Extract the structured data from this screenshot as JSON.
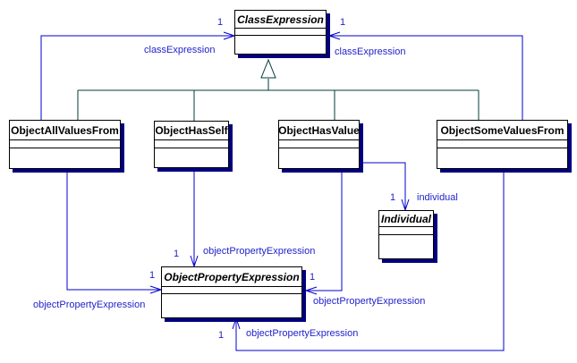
{
  "diagram_type": "uml-class-diagram",
  "colors": {
    "association_line": "#0000cc",
    "association_label": "#2222cc",
    "generalization_line": "#003b3b",
    "class_border": "#000000",
    "class_fill": "#ffffff",
    "class_shadow": "#000080",
    "background": "#ffffff"
  },
  "classes": {
    "class_expression": {
      "name": "ClassExpression",
      "abstract": true
    },
    "object_all_values_from": {
      "name": "ObjectAllValuesFrom",
      "abstract": false
    },
    "object_has_self": {
      "name": "ObjectHasSelf",
      "abstract": false
    },
    "object_has_value": {
      "name": "ObjectHasValue",
      "abstract": false
    },
    "object_some_values_from": {
      "name": "ObjectSomeValuesFrom",
      "abstract": false
    },
    "individual": {
      "name": "Individual",
      "abstract": true
    },
    "object_property_expression": {
      "name": "ObjectPropertyExpression",
      "abstract": true
    }
  },
  "associations": {
    "all_values_from_class_expression": {
      "multiplicity": "1",
      "role": "classExpression"
    },
    "some_values_from_class_expression": {
      "multiplicity": "1",
      "role": "classExpression"
    },
    "has_value_individual": {
      "multiplicity": "1",
      "role": "individual"
    },
    "has_self_object_property": {
      "multiplicity": "1",
      "role": "objectPropertyExpression"
    },
    "all_values_from_object_property": {
      "multiplicity": "1",
      "role": "objectPropertyExpression"
    },
    "has_value_object_property": {
      "multiplicity": "1",
      "role": "objectPropertyExpression"
    },
    "some_values_from_object_property": {
      "multiplicity": "1",
      "role": "objectPropertyExpression"
    }
  }
}
